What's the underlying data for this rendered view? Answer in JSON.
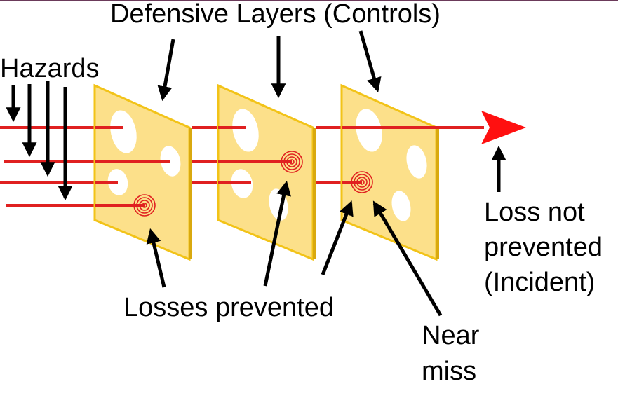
{
  "colors": {
    "background": "#ffffff",
    "slice_fill": "#fce08a",
    "slice_edge": "#f2c318",
    "slice_side": "#d9a90f",
    "hole": "#ffffff",
    "hazard_line": "#e02020",
    "arrow": "#000000",
    "top_edge": "#6b3a5a"
  },
  "labels": {
    "defensive_layers": "Defensive Layers (Controls)",
    "hazards": "Hazards",
    "losses_prevented": "Losses prevented",
    "loss_not_prevented_1": "Loss not",
    "loss_not_prevented_2": "prevented",
    "loss_not_prevented_3": "(Incident)",
    "near_miss_1": "Near",
    "near_miss_2": "miss"
  },
  "diagram": {
    "layer_count": 3,
    "hazard_count": 4,
    "outcomes": [
      "loss-prevented",
      "loss-prevented",
      "near-miss",
      "loss-not-prevented"
    ]
  }
}
